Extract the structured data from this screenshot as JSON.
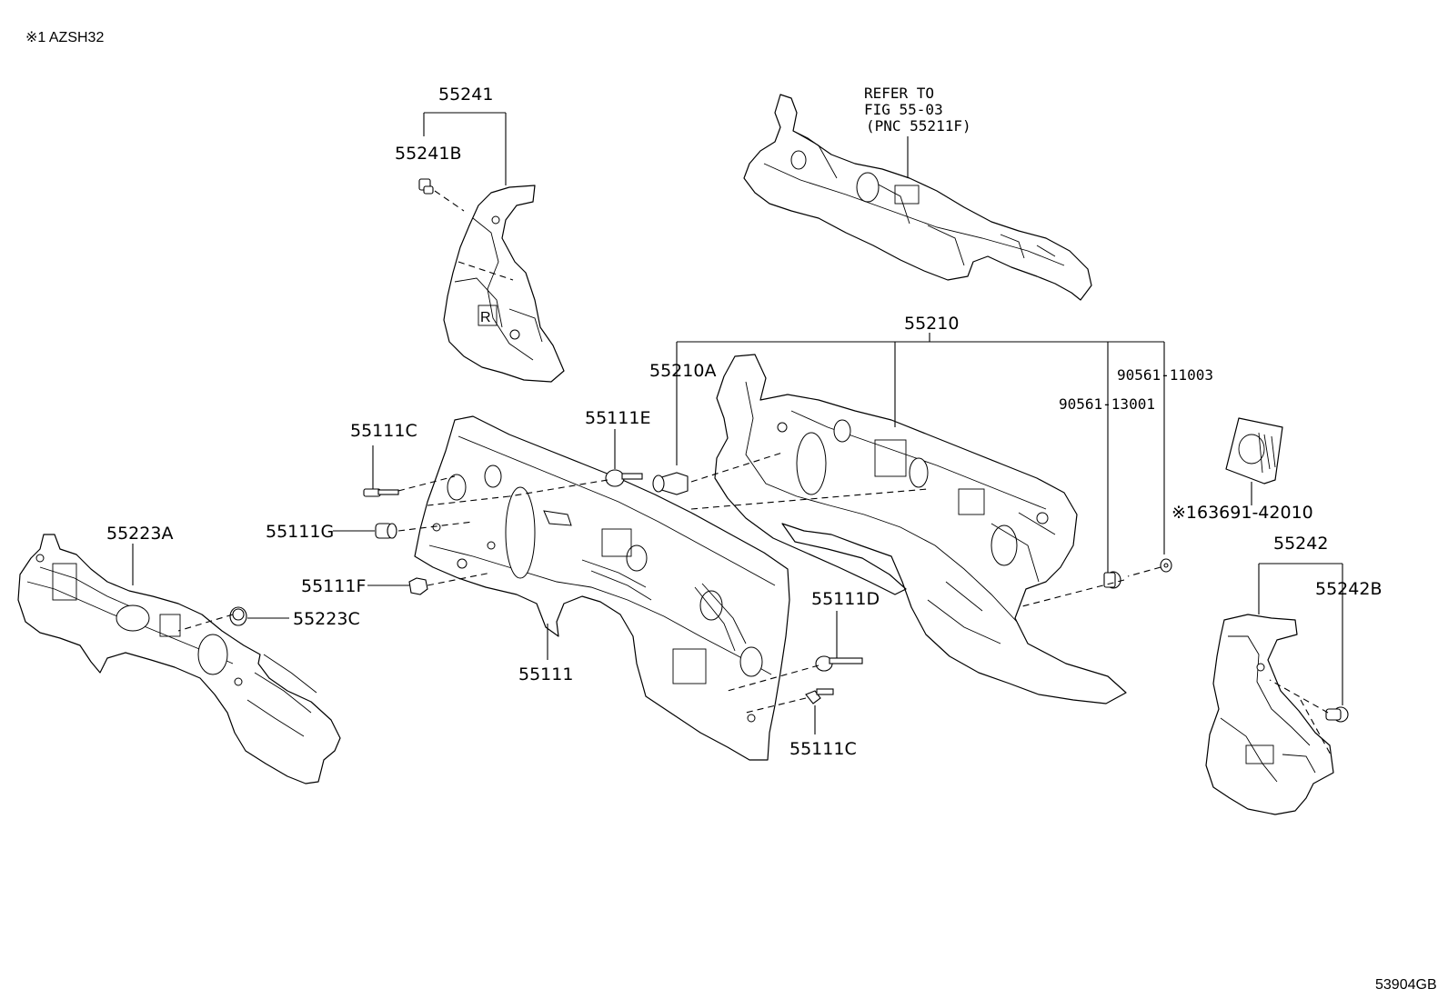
{
  "header": {
    "note": "※1 AZSH32"
  },
  "footer": {
    "figure_code": "53904GB"
  },
  "refer_note": {
    "line1": "REFER TO",
    "line2": "FIG 55-03",
    "line3": "(PNC 55211F)"
  },
  "labels": {
    "p55241": "55241",
    "p55241B": "55241B",
    "p55210": "55210",
    "p55210A": "55210A",
    "p90561_11003": "90561-11003",
    "p90561_13001": "90561-13001",
    "p55111C_top": "55111C",
    "p55111E": "55111E",
    "p55111G": "55111G",
    "p55111F": "55111F",
    "p55223A": "55223A",
    "p55223C": "55223C",
    "p55111": "55111",
    "p55111D": "55111D",
    "p55111C_bottom": "55111C",
    "p163691": "※163691-42010",
    "p55242": "55242",
    "p55242B": "55242B"
  }
}
